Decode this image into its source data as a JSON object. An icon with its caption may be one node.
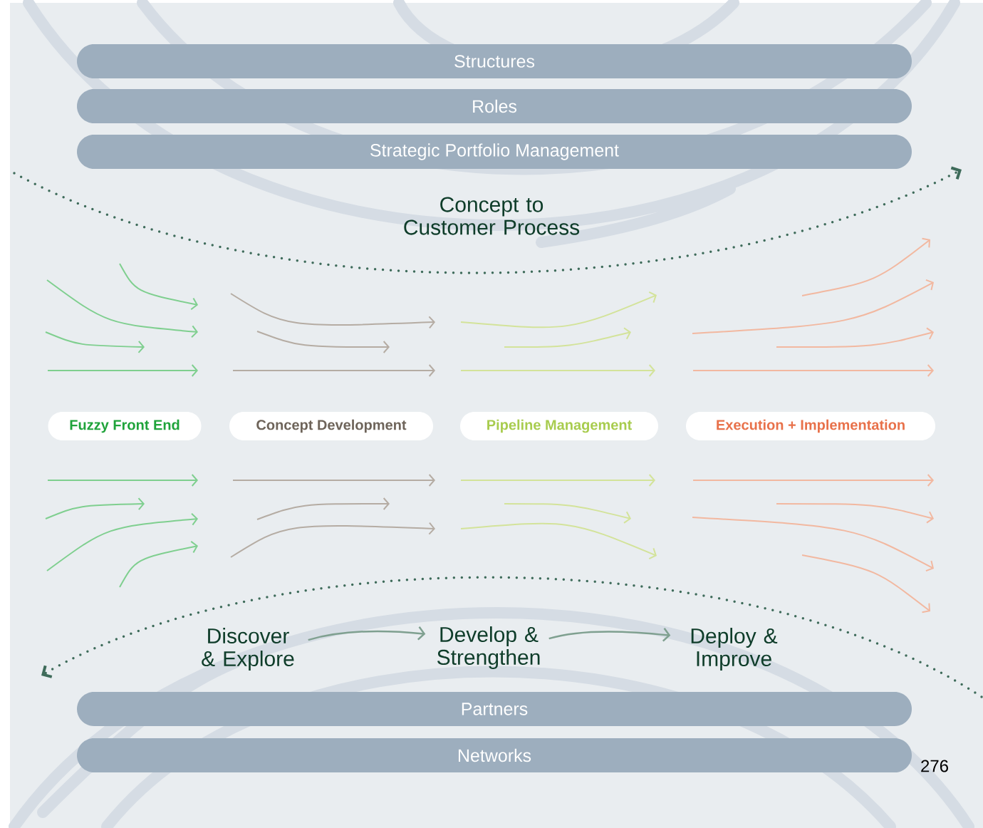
{
  "diagram": {
    "nodes": [
      {
        "text": [
          "Structures"
        ]
      },
      {
        "text": [
          "Roles"
        ]
      },
      {
        "text": [
          "Strategic Portfolio Management"
        ]
      },
      {
        "text": [
          "Fuzzy Front End"
        ]
      },
      {
        "text": [
          "Concept Development"
        ]
      },
      {
        "text": [
          "Pipeline Management"
        ]
      },
      {
        "text": [
          "Execution + Implementation"
        ]
      },
      {
        "text": [
          "Discover & Explore"
        ]
      },
      {
        "text": [
          "Develop & Strengthen"
        ]
      },
      {
        "text": [
          "Deploy & Improve"
        ]
      },
      {
        "text": [
          "Partners"
        ]
      },
      {
        "text": [
          "Networks"
        ]
      }
    ],
    "edges": [
      {
        "from": 7,
        "to": 8,
        "arrow": "to"
      },
      {
        "from": 8,
        "to": 9,
        "arrow": "to"
      }
    ],
    "labels": [
      "Concept to Customer Process",
      "276"
    ]
  }
}
